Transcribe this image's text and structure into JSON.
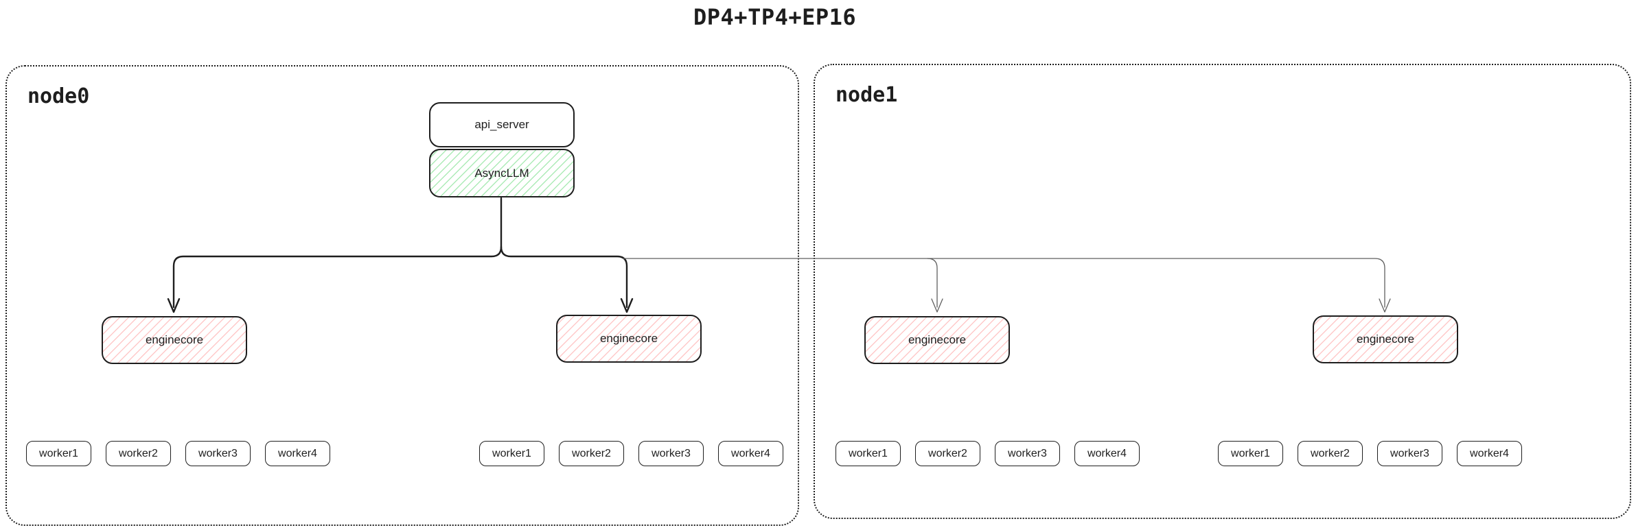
{
  "title": "DP4+TP4+EP16",
  "colors": {
    "border": "#1e1e1e",
    "text": "#1e1e1e",
    "green_hatch": "rgba(105,219,124,0.55)",
    "red_hatch": "rgba(255,135,135,0.45)",
    "line_thick": "#1e1e1e",
    "line_thin": "#5f5f5f"
  },
  "nodes": [
    {
      "label": "node0"
    },
    {
      "label": "node1"
    }
  ],
  "api_server": {
    "label": "api_server"
  },
  "async_llm": {
    "label": "AsyncLLM"
  },
  "enginecores": [
    {
      "label": "enginecore"
    },
    {
      "label": "enginecore"
    },
    {
      "label": "enginecore"
    },
    {
      "label": "enginecore"
    }
  ],
  "worker_groups": [
    {
      "workers": [
        "worker1",
        "worker2",
        "worker3",
        "worker4"
      ]
    },
    {
      "workers": [
        "worker1",
        "worker2",
        "worker3",
        "worker4"
      ]
    },
    {
      "workers": [
        "worker1",
        "worker2",
        "worker3",
        "worker4"
      ]
    },
    {
      "workers": [
        "worker1",
        "worker2",
        "worker3",
        "worker4"
      ]
    }
  ]
}
